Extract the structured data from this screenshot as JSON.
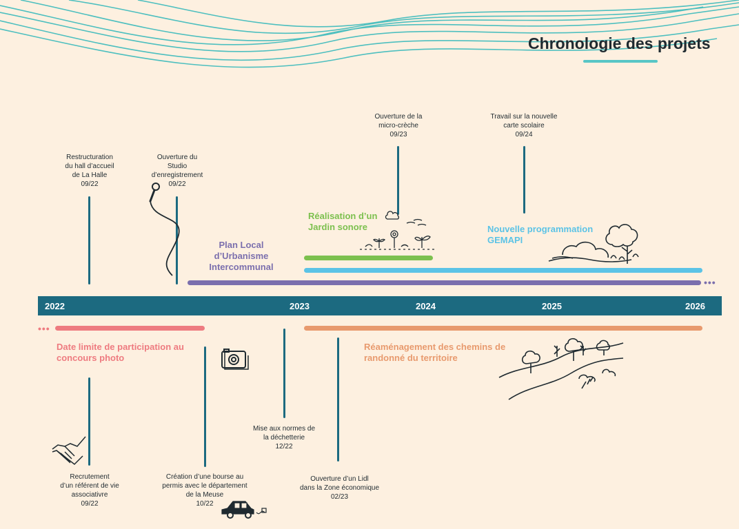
{
  "title": "Chronologie des projets",
  "years": [
    "2022",
    "2023",
    "2024",
    "2025",
    "2026"
  ],
  "events_top": [
    {
      "text": "Restructuration\ndu hall d’accueil\nde La Halle\n09/22"
    },
    {
      "text": "Ouverture du\nStudio\nd’enregistrement\n09/22"
    },
    {
      "text": "Ouverture de la\nmicro-crèche\n09/23"
    },
    {
      "text": "Travail sur la nouvelle\ncarte scolaire\n09/24"
    }
  ],
  "events_bottom": [
    {
      "text": "Recrutement\nd’un référent de vie\nassociativre\n09/22"
    },
    {
      "text": "Création d’une bourse au\npermis avec le département\nde la Meuse\n10/22"
    },
    {
      "text": "Mise aux normes de\nla déchetterie\n12/22"
    },
    {
      "text": "Ouverture d’un Lidl\ndans la Zone économique\n02/23"
    }
  ],
  "projects": {
    "plu": "Plan Local\nd’Urbanisme\nIntercommunal",
    "jardin": "Réalisation d’un\nJardin sonore",
    "gemapi": "Nouvelle programmation\nGEMAPI",
    "photo": "Date limite de participation au\nconcours photo",
    "chemins": "Réaménagement des chemins de\nrandonné du territoire"
  },
  "colors": {
    "timeline": "#1c6a80",
    "plu": "#7b6fad",
    "jardin": "#7cc04e",
    "gemapi": "#5bc3e6",
    "photo": "#ee7b80",
    "chemins": "#e89a6e",
    "waves": "#4dbfbf"
  },
  "icons": [
    "microphone-icon",
    "sprouts-icon",
    "trees-icon",
    "camera-icon",
    "handshake-icon",
    "car-icon",
    "hills-trees-icon"
  ]
}
